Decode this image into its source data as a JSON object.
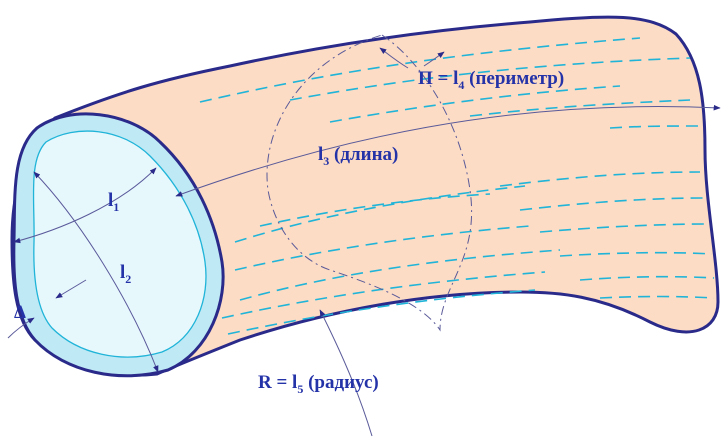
{
  "colors": {
    "body_fill": "#fcdcc4",
    "outline": "#2a2a8a",
    "ring_fill": "#bfe9f5",
    "inner_fill": "#e7f8fd",
    "hatch": "#20b4d8",
    "guide": "#5a5a9a",
    "label": "#2533a8"
  },
  "labels": {
    "l1": {
      "main": "l",
      "sub": "1"
    },
    "l2": {
      "main": "l",
      "sub": "2"
    },
    "l3": {
      "main": "l",
      "sub": "3",
      "after": " (длина)"
    },
    "perimeter": {
      "before": "П = l",
      "sub": "4",
      "after": " (периметр)"
    },
    "radius": {
      "before": "R = l",
      "sub": "5",
      "after": " (радиус)"
    },
    "thickness": {
      "text": "Δ"
    }
  }
}
